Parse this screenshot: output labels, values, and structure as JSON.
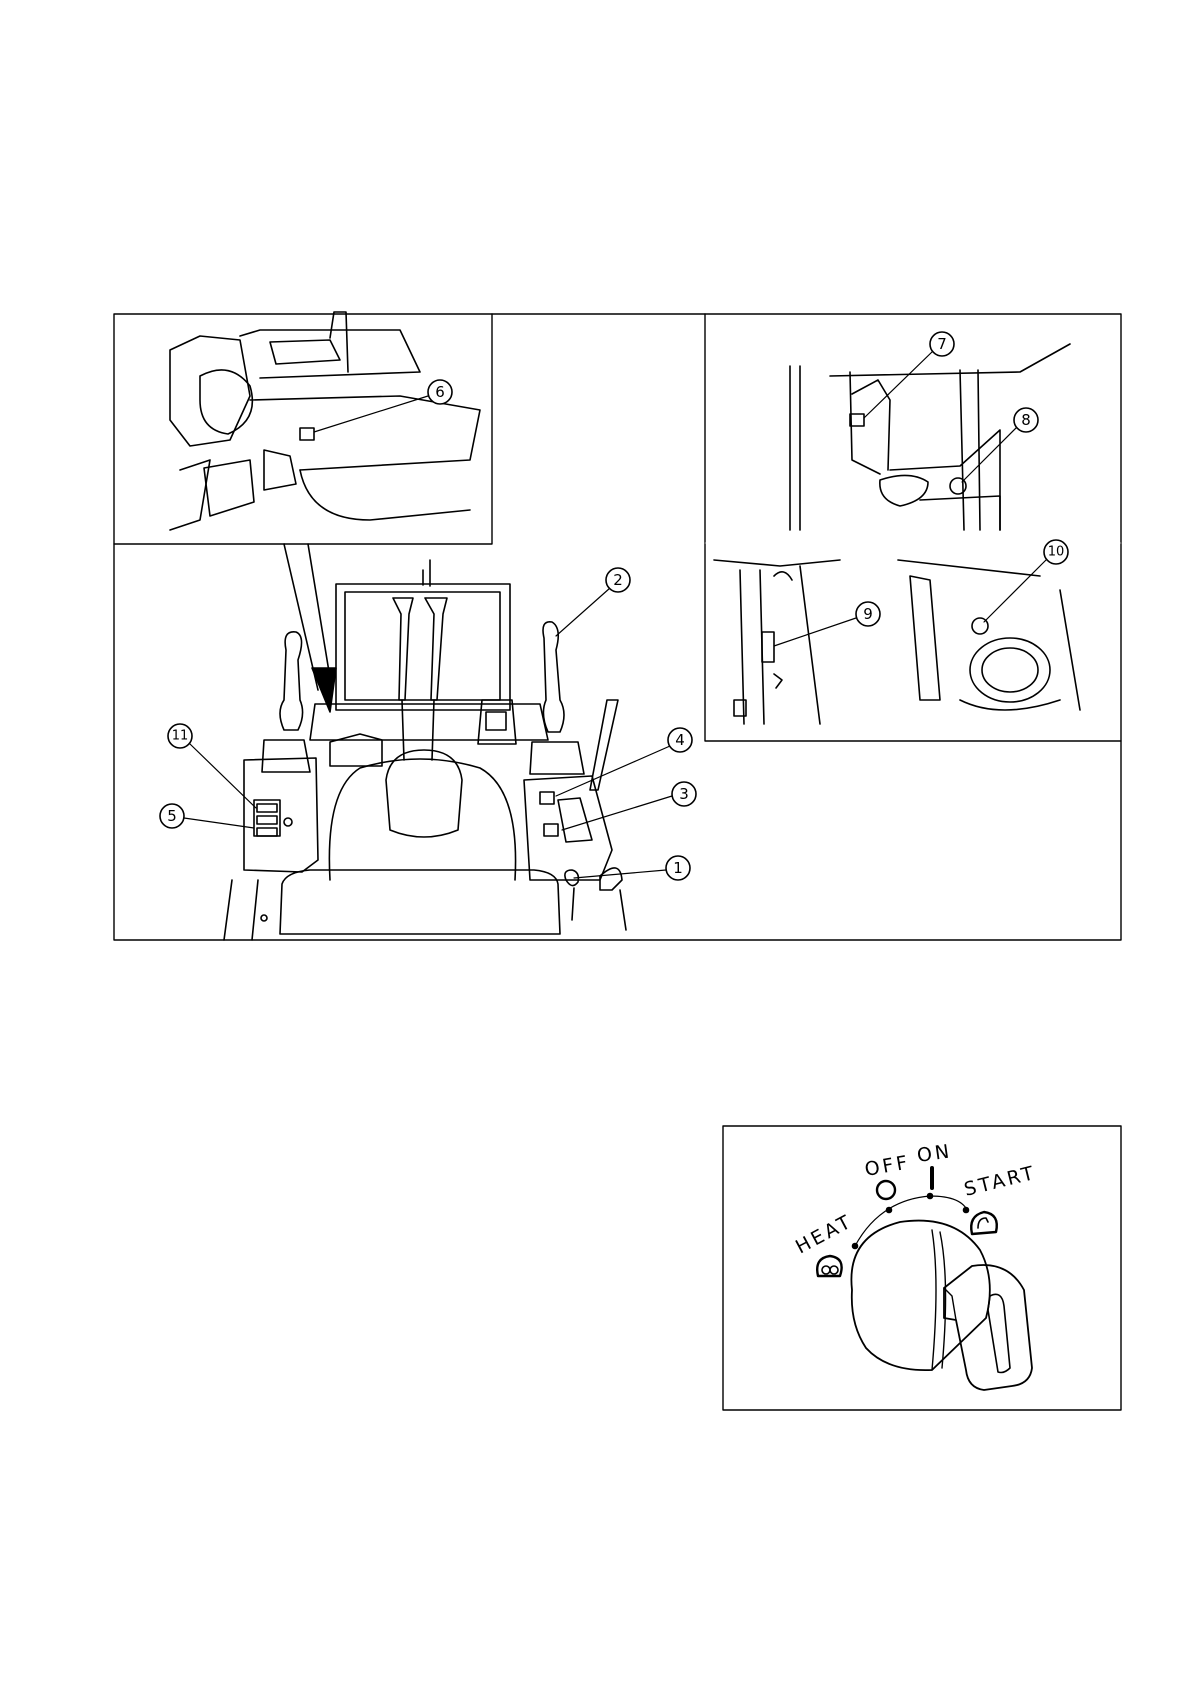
{
  "callouts": [
    "1",
    "2",
    "3",
    "4",
    "5",
    "6",
    "7",
    "8",
    "9",
    "10",
    "11"
  ],
  "key_switch": {
    "positions": {
      "heat": "HEAT",
      "off": "OFF",
      "on": "ON",
      "start": "START"
    }
  },
  "colors": {
    "line": "#000000",
    "background": "#ffffff"
  }
}
